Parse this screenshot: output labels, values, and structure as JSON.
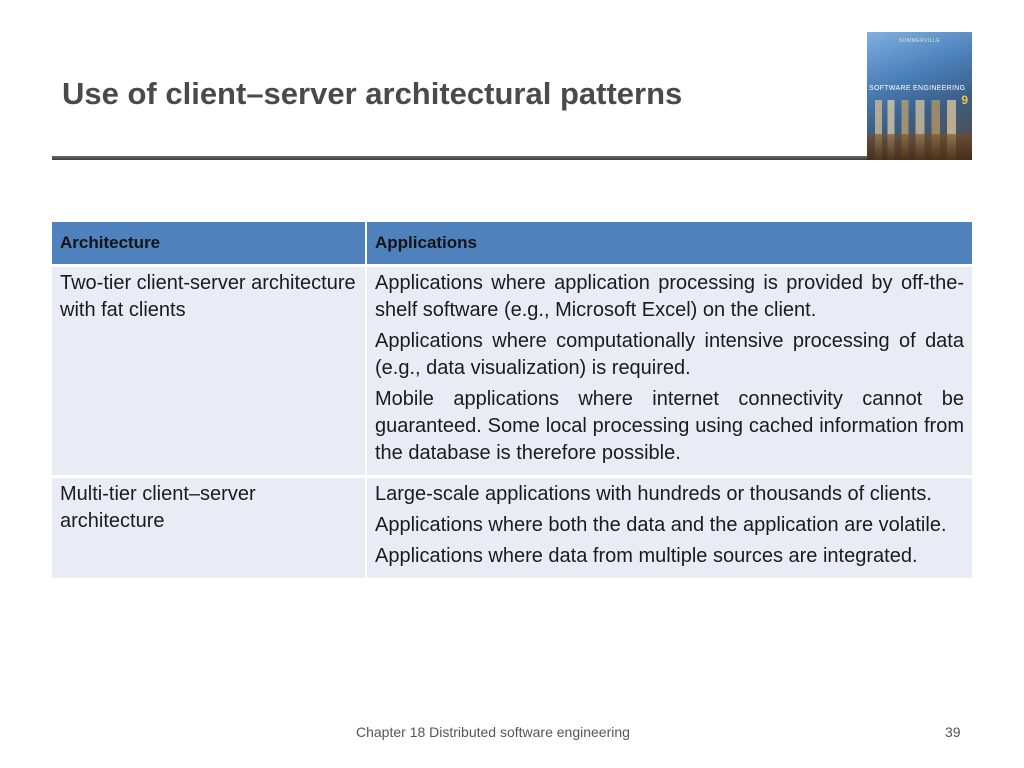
{
  "slide": {
    "title": "Use of client–server architectural patterns"
  },
  "cover": {
    "author": "SOMMERVILLE",
    "series": "SOFTWARE ENGINEERING",
    "edition": "9"
  },
  "table": {
    "headers": [
      "Architecture",
      "Applications"
    ],
    "rows": [
      {
        "architecture": "Two-tier client-server architecture with fat clients",
        "applications": [
          "Applications where application processing is provided by off-the-shelf software (e.g., Microsoft Excel) on the client.",
          "Applications where computationally intensive processing of data (e.g., data visualization) is required.",
          "Mobile applications where internet connectivity cannot be guaranteed. Some local processing using cached information from the database is therefore possible."
        ]
      },
      {
        "architecture": "Multi-tier client–server architecture",
        "applications": [
          "Large-scale applications with hundreds or thousands of clients.",
          "Applications where both the data and the application are volatile.",
          "Applications where data from multiple sources are integrated."
        ]
      }
    ]
  },
  "footer": {
    "text": "Chapter 18 Distributed software engineering",
    "page_number": "39"
  }
}
